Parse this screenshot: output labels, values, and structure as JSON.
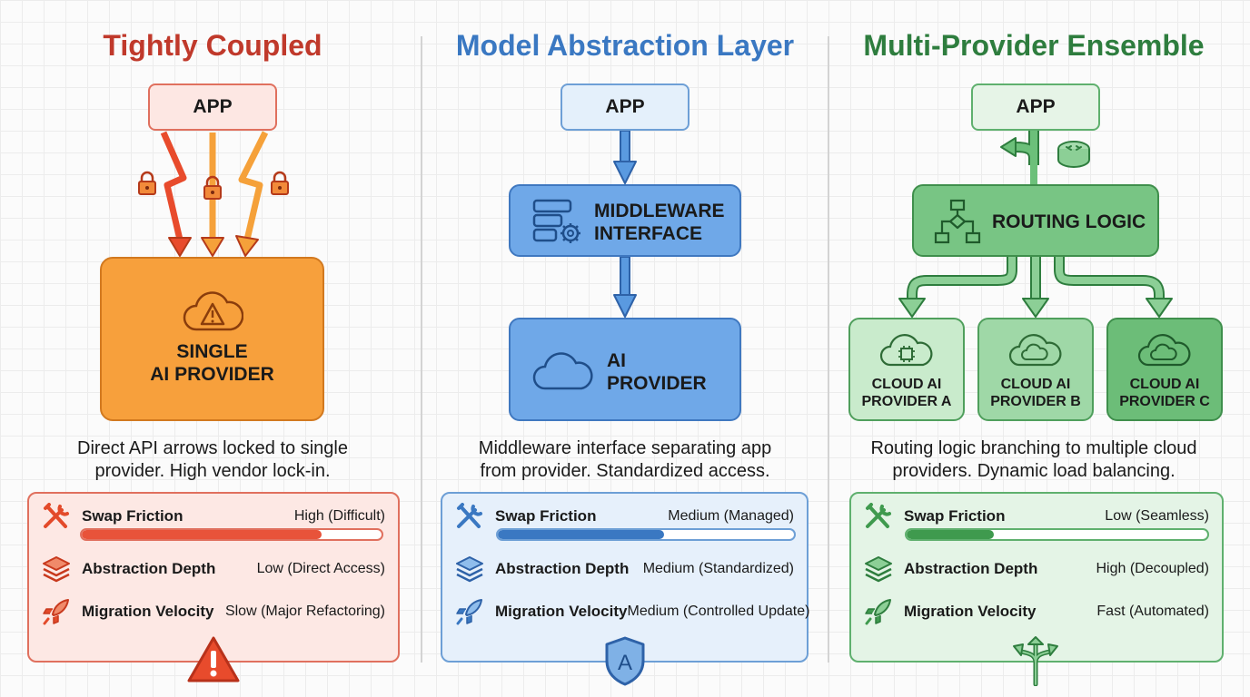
{
  "columns": [
    {
      "title": "Tightly Coupled",
      "app": "APP",
      "provider_line1": "SINGLE",
      "provider_line2": "AI PROVIDER",
      "desc_line1": "Direct API arrows locked to single",
      "desc_line2": "provider. High vendor lock-in.",
      "metrics": [
        {
          "label": "Swap Friction",
          "value": "High (Difficult)",
          "level": 0.8
        },
        {
          "label": "Abstraction Depth",
          "value": "Low (Direct Access)"
        },
        {
          "label": "Migration Velocity",
          "value": "Slow (Major Refactoring)"
        }
      ],
      "badge_icon": "warning-icon"
    },
    {
      "title": "Model Abstraction Layer",
      "app": "APP",
      "middleware_line1": "MIDDLEWARE",
      "middleware_line2": "INTERFACE",
      "provider_line1": "AI",
      "provider_line2": "PROVIDER",
      "desc_line1": "Middleware interface separating app",
      "desc_line2": "from provider. Standardized access.",
      "metrics": [
        {
          "label": "Swap Friction",
          "value": "Medium (Managed)",
          "level": 0.56
        },
        {
          "label": "Abstraction Depth",
          "value": "Medium (Standardized)"
        },
        {
          "label": "Migration Velocity",
          "value": "Medium (Controlled Update)"
        }
      ],
      "badge_icon": "shield-a-icon",
      "badge_letter": "A"
    },
    {
      "title": "Multi-Provider Ensemble",
      "app": "APP",
      "routing": "ROUTING LOGIC",
      "providers": [
        {
          "line1": "CLOUD AI",
          "line2": "PROVIDER A"
        },
        {
          "line1": "CLOUD AI",
          "line2": "PROVIDER B"
        },
        {
          "line1": "CLOUD AI",
          "line2": "PROVIDER C"
        }
      ],
      "desc_line1": "Routing logic branching to multiple cloud",
      "desc_line2": "providers. Dynamic load balancing.",
      "metrics": [
        {
          "label": "Swap Friction",
          "value": "Low (Seamless)",
          "level": 0.29
        },
        {
          "label": "Abstraction Depth",
          "value": "High (Decoupled)"
        },
        {
          "label": "Migration Velocity",
          "value": "Fast (Automated)"
        }
      ],
      "badge_icon": "branching-arrows-icon"
    }
  ],
  "colors": {
    "red": "#c0392b",
    "orange": "#f5a13a",
    "blue": "#3a78c2",
    "green": "#2e7d3e"
  }
}
